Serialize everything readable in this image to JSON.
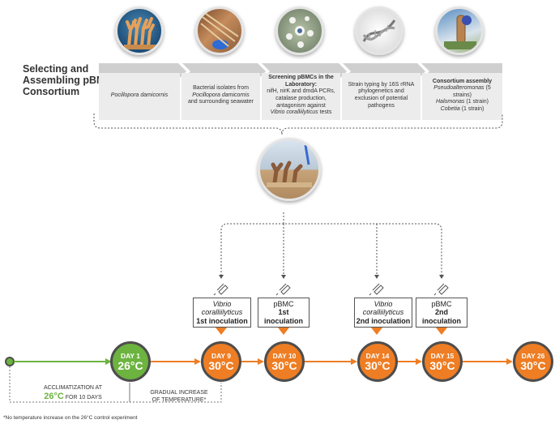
{
  "title": "Selecting and Assembling pBMC Consortium",
  "steps": [
    {
      "icon": "coral-icon",
      "text_italic": "Pocillopora damicornis"
    },
    {
      "icon": "bacteria-isolates-icon",
      "line1": "Bacterial isolates from",
      "italic": "Pocillopora damicornis",
      "line2": "and surrounding seawater"
    },
    {
      "icon": "petri-dish-icon",
      "bold": "Screening pBMCs in the Laboratory:",
      "line1": "nifH, nirK and dmdA PCRs, catalase production, antagonism against",
      "italic": "Vibrio coralliilyticus",
      "line2": "tests"
    },
    {
      "icon": "dna-icon",
      "line1": "Strain typing by 16S rRNA phylogenetics and exclusion of potential pathogens"
    },
    {
      "icon": "test-tube-icon",
      "bold": "Consortium assembly",
      "row1_italic": "Pseudoalteromonas",
      "row1": " (5 strains)",
      "row2_italic": "Halomonas",
      "row2": " (1 strain)",
      "row3_italic": "Cobetia",
      "row3": " (1 strain)"
    }
  ],
  "aquarium_icon": "coral-aquarium-icon",
  "inoculations": [
    {
      "italic": "Vibrio coralliilyticus",
      "label": "1st inoculation"
    },
    {
      "plain": "pBMC",
      "label": "1st inoculation"
    },
    {
      "italic": "Vibrio coralliilyticus",
      "label": "2nd inoculation"
    },
    {
      "plain": "pBMC",
      "label": "2nd inoculation"
    }
  ],
  "days": [
    {
      "label": "DAY 1",
      "temp": "26°C",
      "color": "#6cb33f"
    },
    {
      "label": "DAY 9",
      "temp": "30°C",
      "color": "#ee7d23"
    },
    {
      "label": "DAY 10",
      "temp": "30°C",
      "color": "#ee7d23"
    },
    {
      "label": "DAY 14",
      "temp": "30°C",
      "color": "#ee7d23"
    },
    {
      "label": "DAY 15",
      "temp": "30°C",
      "color": "#ee7d23"
    },
    {
      "label": "DAY 26",
      "temp": "30°C",
      "color": "#ee7d23"
    }
  ],
  "acclimatization": {
    "line1": "ACCLIMATIZATION AT",
    "temp": "26°C",
    "line2": "FOR 10 DAYS"
  },
  "gradual": {
    "line1": "GRADUAL INCREASE",
    "line2": "OF TEMPERATURE*"
  },
  "footnote": "*No temperature increase on the 26°C control experiment",
  "colors": {
    "green": "#6cb33f",
    "orange": "#ee7d23",
    "grey": "#c9c9c9",
    "dark": "#4d4d4d"
  }
}
